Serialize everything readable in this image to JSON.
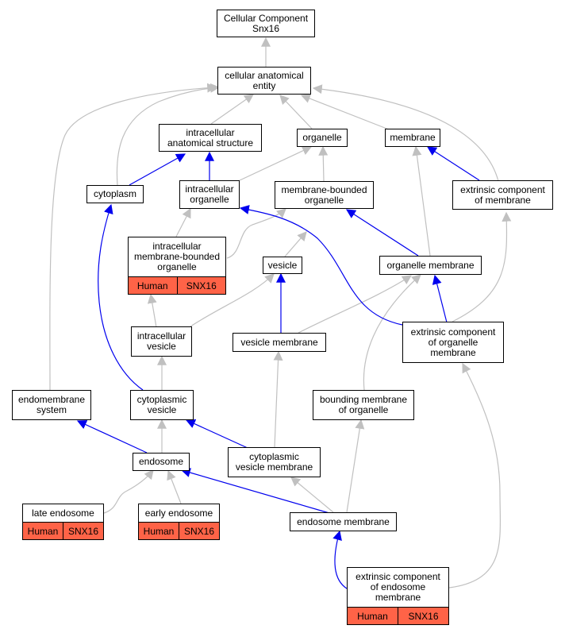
{
  "colors": {
    "is_a_edge": "#c0c0c0",
    "part_of_edge": "#0000ee",
    "annotation_fill": "#ff6347",
    "node_border": "#000000"
  },
  "nodes": {
    "root": "Cellular Component\nSnx16",
    "cae": "cellular anatomical\nentity",
    "ias": "intracellular\nanatomical structure",
    "organelle": "organelle",
    "membrane": "membrane",
    "cytoplasm": "cytoplasm",
    "io": "intracellular\norganelle",
    "mbo": "membrane-bounded\norganelle",
    "ecm": "extrinsic component\nof membrane",
    "imbo": "intracellular\nmembrane-bounded\norganelle",
    "vesicle": "vesicle",
    "om": "organelle membrane",
    "iv": "intracellular\nvesicle",
    "vm": "vesicle membrane",
    "ecom": "extrinsic component\nof organelle\nmembrane",
    "es": "endomembrane\nsystem",
    "cv": "cytoplasmic\nvesicle",
    "bmo": "bounding membrane\nof organelle",
    "endosome": "endosome",
    "cvm": "cytoplasmic\nvesicle membrane",
    "le": "late endosome",
    "ee": "early endosome",
    "em": "endosome membrane",
    "ecem": "extrinsic component\nof endosome\nmembrane"
  },
  "annotations": {
    "imbo": [
      "Human",
      "SNX16"
    ],
    "le": [
      "Human",
      "SNX16"
    ],
    "ee": [
      "Human",
      "SNX16"
    ],
    "ecem": [
      "Human",
      "SNX16"
    ]
  }
}
